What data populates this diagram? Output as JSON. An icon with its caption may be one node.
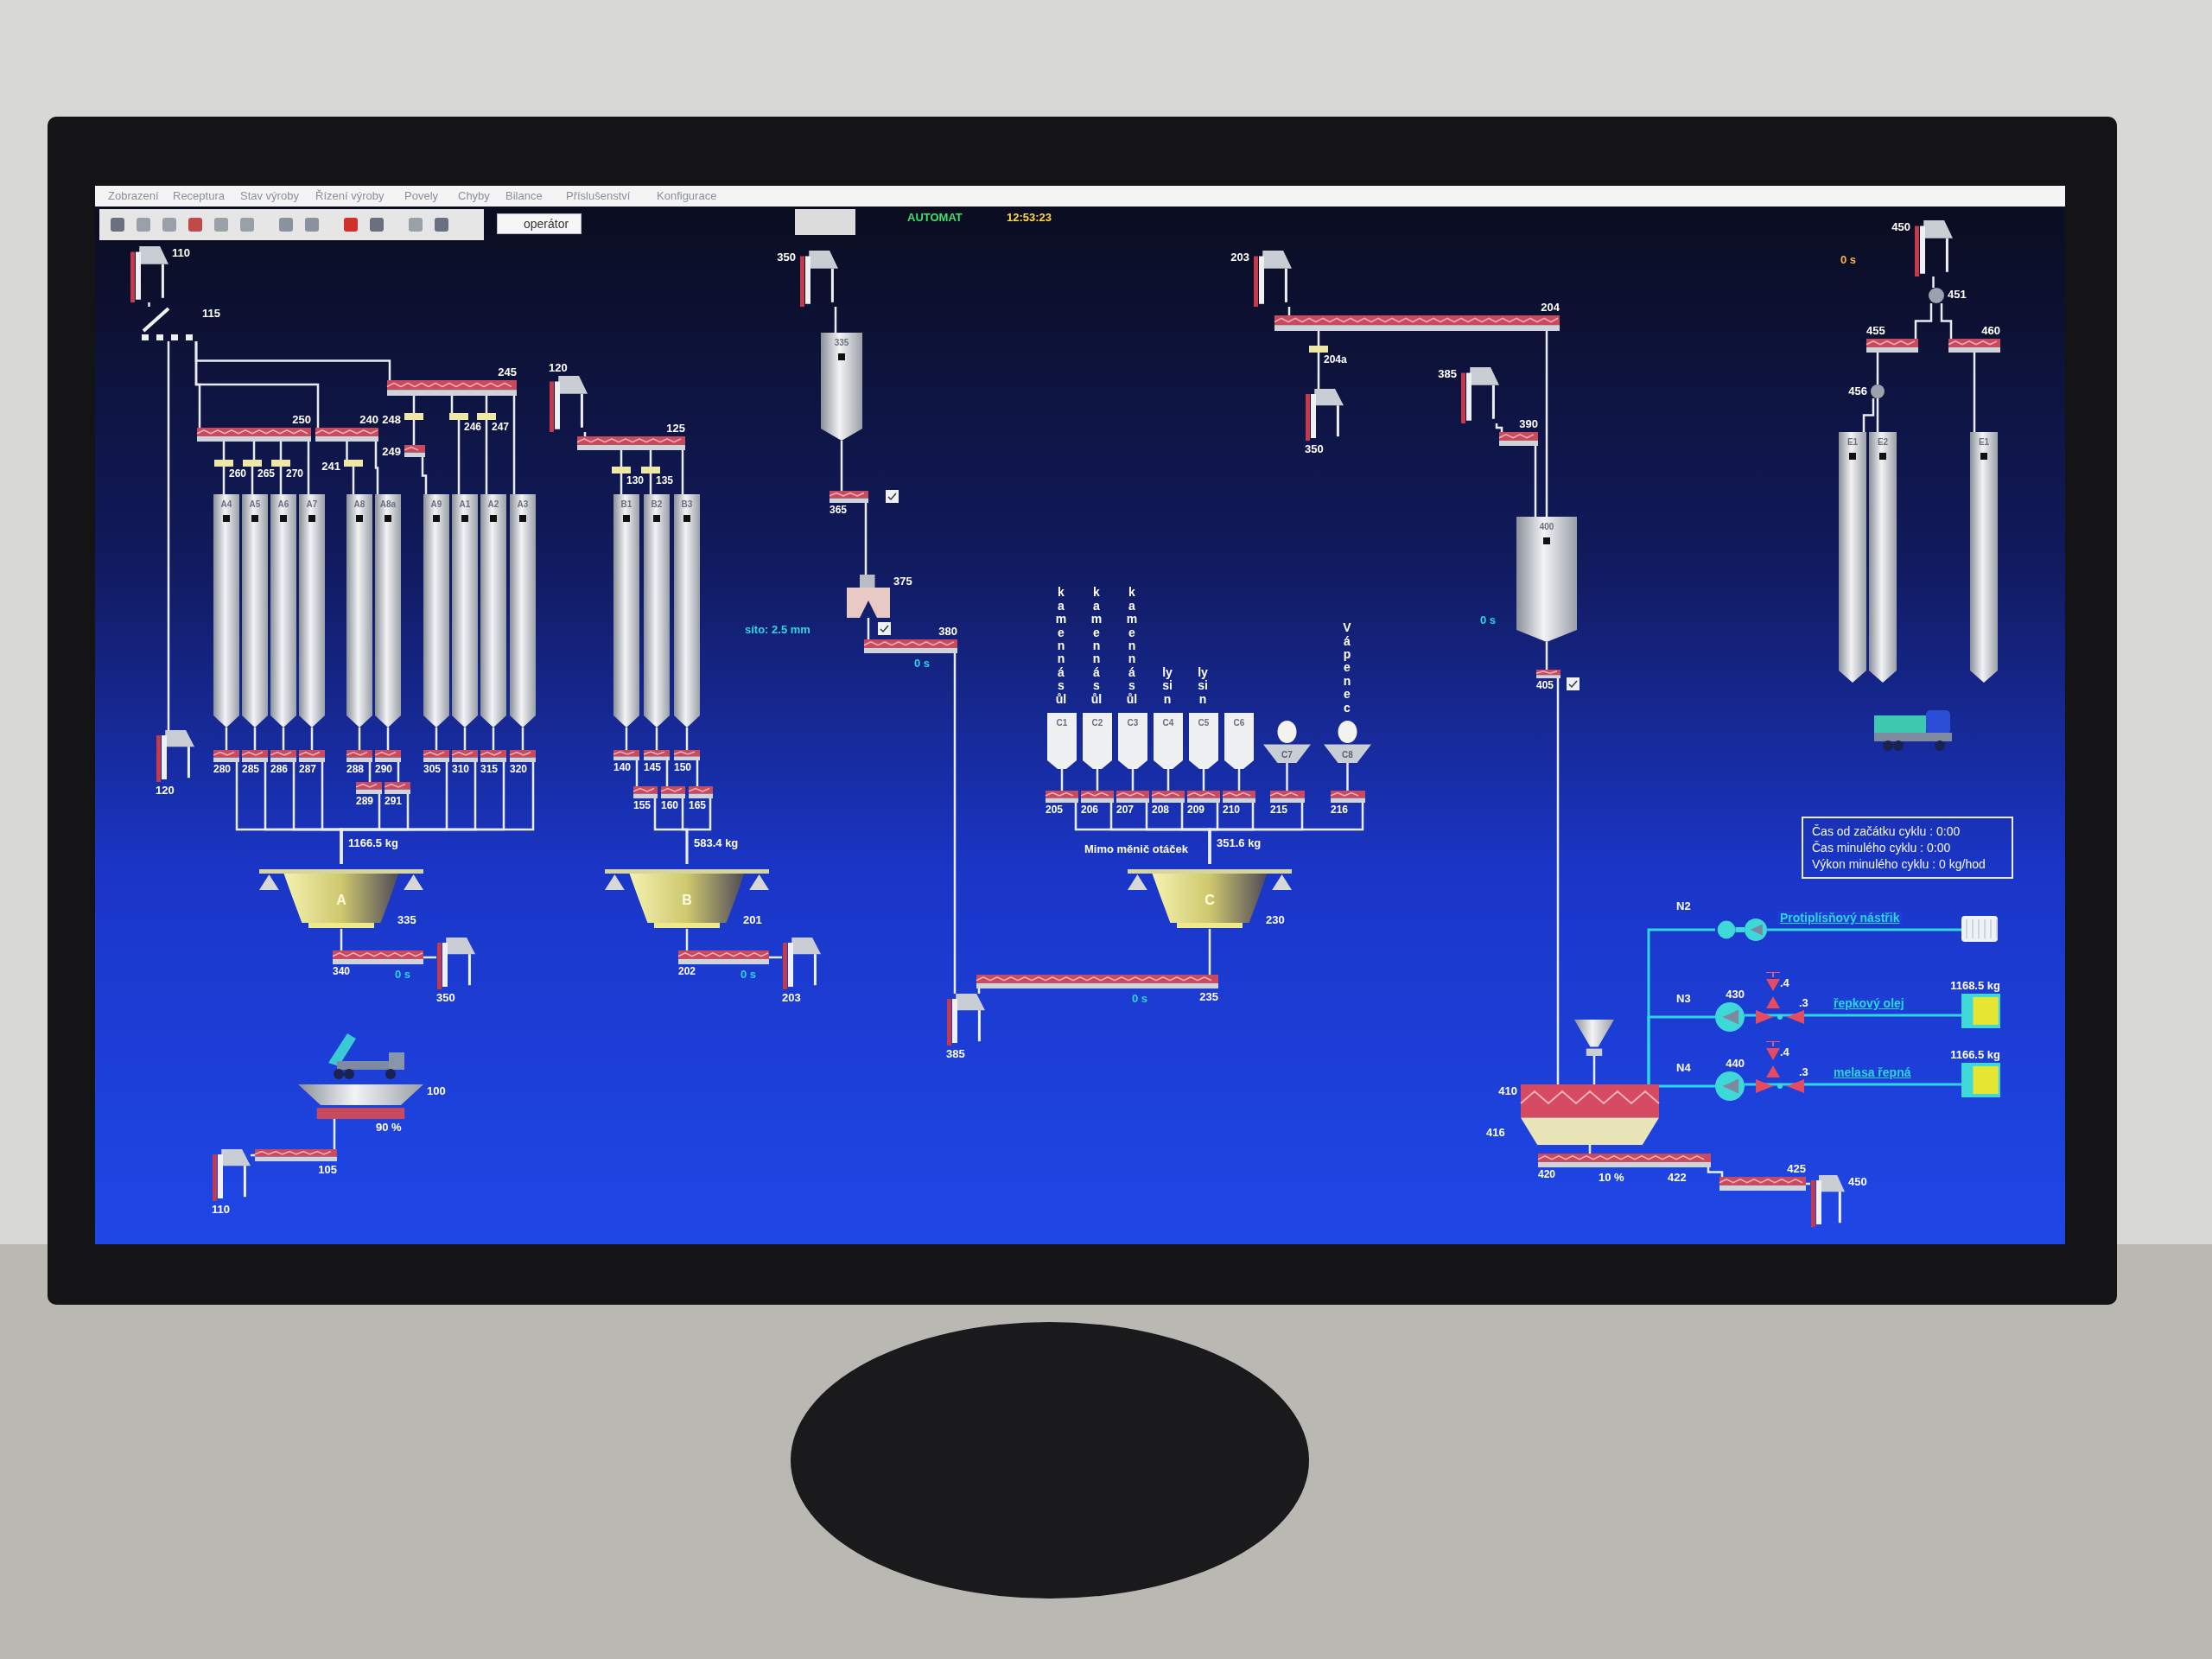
{
  "diagram": {
    "nodes": [
      {
        "text": [
          "110"
        ]
      },
      {
        "text": [
          "115"
        ]
      },
      {
        "text": [
          "245"
        ]
      },
      {
        "text": [
          "250"
        ]
      },
      {
        "text": [
          "240"
        ]
      },
      {
        "text": [
          "248"
        ]
      },
      {
        "text": [
          "249"
        ]
      },
      {
        "text": [
          "246"
        ]
      },
      {
        "text": [
          "247"
        ]
      },
      {
        "text": [
          "260"
        ]
      },
      {
        "text": [
          "265"
        ]
      },
      {
        "text": [
          "270"
        ]
      },
      {
        "text": [
          "241"
        ]
      },
      {
        "text": [
          "A4"
        ]
      },
      {
        "text": [
          "A5"
        ]
      },
      {
        "text": [
          "A6"
        ]
      },
      {
        "text": [
          "A7"
        ]
      },
      {
        "text": [
          "A8"
        ]
      },
      {
        "text": [
          "A8a"
        ]
      },
      {
        "text": [
          "A9"
        ]
      },
      {
        "text": [
          "A1"
        ]
      },
      {
        "text": [
          "A2"
        ]
      },
      {
        "text": [
          "A3"
        ]
      },
      {
        "text": [
          "280"
        ]
      },
      {
        "text": [
          "285"
        ]
      },
      {
        "text": [
          "286"
        ]
      },
      {
        "text": [
          "287"
        ]
      },
      {
        "text": [
          "288"
        ]
      },
      {
        "text": [
          "290"
        ]
      },
      {
        "text": [
          "305"
        ]
      },
      {
        "text": [
          "310"
        ]
      },
      {
        "text": [
          "315"
        ]
      },
      {
        "text": [
          "320"
        ]
      },
      {
        "text": [
          "289"
        ]
      },
      {
        "text": [
          "291"
        ]
      },
      {
        "text": [
          "120"
        ]
      },
      {
        "text": [
          "A"
        ],
        "beside": [
          "1166.5 kg",
          "335"
        ]
      },
      {
        "text": [
          "340"
        ],
        "beside": [
          "0 s"
        ]
      },
      {
        "text": [
          "350"
        ]
      },
      {
        "text": [
          "100"
        ],
        "beside": [
          "90 %"
        ]
      },
      {
        "text": [
          "105"
        ]
      },
      {
        "text": [
          "110"
        ]
      },
      {
        "text": [
          "120"
        ]
      },
      {
        "text": [
          "125"
        ]
      },
      {
        "text": [
          "130"
        ]
      },
      {
        "text": [
          "135"
        ]
      },
      {
        "text": [
          "B1"
        ]
      },
      {
        "text": [
          "B2"
        ]
      },
      {
        "text": [
          "B3"
        ]
      },
      {
        "text": [
          "140"
        ]
      },
      {
        "text": [
          "145"
        ]
      },
      {
        "text": [
          "150"
        ]
      },
      {
        "text": [
          "155"
        ]
      },
      {
        "text": [
          "160"
        ]
      },
      {
        "text": [
          "165"
        ]
      },
      {
        "text": [
          "B"
        ],
        "beside": [
          "583.4 kg",
          "201"
        ]
      },
      {
        "text": [
          "202"
        ],
        "beside": [
          "0 s"
        ]
      },
      {
        "text": [
          "203"
        ]
      },
      {
        "text": [
          "350"
        ]
      },
      {
        "text": [
          "335"
        ]
      },
      {
        "text": [
          "365"
        ]
      },
      {
        "text": [
          "375"
        ],
        "beside": [
          "síto: 2.5 mm"
        ]
      },
      {
        "text": [
          "380"
        ],
        "beside": [
          "0 s"
        ]
      },
      {
        "text": [
          "385"
        ]
      },
      {
        "text": [
          "235"
        ],
        "beside": [
          "0 s"
        ]
      },
      {
        "text": [
          "203"
        ]
      },
      {
        "text": [
          "204"
        ]
      },
      {
        "text": [
          "204a"
        ]
      },
      {
        "text": [
          "350"
        ]
      },
      {
        "text": [
          "385"
        ]
      },
      {
        "text": [
          "390"
        ]
      },
      {
        "text": [
          "400"
        ],
        "beside": [
          "0 s"
        ]
      },
      {
        "text": [
          "405"
        ]
      },
      {
        "text": [
          "C1"
        ],
        "beside": [
          "kamenná sůl"
        ]
      },
      {
        "text": [
          "C2"
        ],
        "beside": [
          "kamenná sůl"
        ]
      },
      {
        "text": [
          "C3"
        ],
        "beside": [
          "kamenná sůl"
        ]
      },
      {
        "text": [
          "C4"
        ],
        "beside": [
          "lysin"
        ]
      },
      {
        "text": [
          "C5"
        ],
        "beside": [
          "lysin"
        ]
      },
      {
        "text": [
          "C6"
        ]
      },
      {
        "text": [
          "C7"
        ]
      },
      {
        "text": [
          "C8"
        ],
        "beside": [
          "Vápenec"
        ]
      },
      {
        "text": [
          "205"
        ]
      },
      {
        "text": [
          "206"
        ]
      },
      {
        "text": [
          "207"
        ]
      },
      {
        "text": [
          "208"
        ]
      },
      {
        "text": [
          "209"
        ]
      },
      {
        "text": [
          "210"
        ]
      },
      {
        "text": [
          "215"
        ]
      },
      {
        "text": [
          "216"
        ]
      },
      {
        "text": [
          "C"
        ],
        "beside": [
          "351.6 kg",
          "230"
        ]
      },
      {
        "text": [],
        "shape": "funnel"
      },
      {
        "text": [
          "410"
        ],
        "beside": [
          "416"
        ]
      },
      {
        "text": [
          "420"
        ],
        "beside": [
          "10 %",
          "422"
        ]
      },
      {
        "text": [
          "425"
        ]
      },
      {
        "text": [
          "450"
        ]
      },
      {
        "text": [
          "N2"
        ]
      },
      {
        "text": [],
        "shape": "box"
      },
      {
        "text": [
          "430"
        ],
        "beside": [
          "N3"
        ]
      },
      {
        "text": [
          "1168.5 kg"
        ]
      },
      {
        "text": [
          "440"
        ],
        "beside": [
          "N4"
        ]
      },
      {
        "text": [
          "1166.5 kg"
        ]
      },
      {
        "text": [
          "Čas od začátku cyklu : 0:00",
          "Čas minulého cyklu : 0:00",
          "Výkon minulého cyklu : 0 kg/hod"
        ]
      },
      {
        "text": [
          "450"
        ],
        "beside": [
          "0 s"
        ]
      },
      {
        "text": [
          "451"
        ]
      },
      {
        "text": [
          "455"
        ]
      },
      {
        "text": [
          "460"
        ]
      },
      {
        "text": [
          "456"
        ]
      },
      {
        "text": [
          "E1"
        ]
      },
      {
        "text": [
          "E2"
        ]
      },
      {
        "text": [
          "E1"
        ]
      }
    ],
    "edges": [
      {
        "from": 0,
        "to": 1,
        "arrow": "none"
      },
      {
        "from": 1,
        "to": 35,
        "arrow": "none"
      },
      {
        "from": 1,
        "to": 3,
        "arrow": "none"
      },
      {
        "from": 1,
        "to": 4,
        "arrow": "none"
      },
      {
        "from": 1,
        "to": 2,
        "arrow": "none"
      },
      {
        "from": 2,
        "to": 5,
        "arrow": "none"
      },
      {
        "from": 2,
        "to": 7,
        "arrow": "none"
      },
      {
        "from": 2,
        "to": 8,
        "arrow": "none"
      },
      {
        "from": 2,
        "to": 22,
        "arrow": "none"
      },
      {
        "from": 5,
        "to": 6,
        "arrow": "none"
      },
      {
        "from": 6,
        "to": 19,
        "arrow": "none"
      },
      {
        "from": 7,
        "to": 20,
        "arrow": "none"
      },
      {
        "from": 8,
        "to": 21,
        "arrow": "none"
      },
      {
        "from": 3,
        "to": 9,
        "arrow": "none"
      },
      {
        "from": 3,
        "to": 10,
        "arrow": "none"
      },
      {
        "from": 3,
        "to": 11,
        "arrow": "none"
      },
      {
        "from": 3,
        "to": 16,
        "arrow": "none"
      },
      {
        "from": 9,
        "to": 13,
        "arrow": "none"
      },
      {
        "from": 10,
        "to": 14,
        "arrow": "none"
      },
      {
        "from": 11,
        "to": 15,
        "arrow": "none"
      },
      {
        "from": 4,
        "to": 12,
        "arrow": "none"
      },
      {
        "from": 4,
        "to": 18,
        "arrow": "none"
      },
      {
        "from": 12,
        "to": 17,
        "arrow": "none"
      },
      {
        "from": 13,
        "to": 23,
        "arrow": "none"
      },
      {
        "from": 14,
        "to": 24,
        "arrow": "none"
      },
      {
        "from": 15,
        "to": 25,
        "arrow": "none"
      },
      {
        "from": 16,
        "to": 26,
        "arrow": "none"
      },
      {
        "from": 17,
        "to": 27,
        "arrow": "none"
      },
      {
        "from": 18,
        "to": 28,
        "arrow": "none"
      },
      {
        "from": 19,
        "to": 29,
        "arrow": "none"
      },
      {
        "from": 20,
        "to": 30,
        "arrow": "none"
      },
      {
        "from": 21,
        "to": 31,
        "arrow": "none"
      },
      {
        "from": 22,
        "to": 32,
        "arrow": "none"
      },
      {
        "from": 27,
        "to": 33,
        "arrow": "none"
      },
      {
        "from": 28,
        "to": 34,
        "arrow": "none"
      },
      {
        "from": 23,
        "to": 36,
        "arrow": "none"
      },
      {
        "from": 24,
        "to": 36,
        "arrow": "none"
      },
      {
        "from": 25,
        "to": 36,
        "arrow": "none"
      },
      {
        "from": 26,
        "to": 36,
        "arrow": "none"
      },
      {
        "from": 33,
        "to": 36,
        "arrow": "none"
      },
      {
        "from": 34,
        "to": 36,
        "arrow": "none"
      },
      {
        "from": 29,
        "to": 36,
        "arrow": "none"
      },
      {
        "from": 30,
        "to": 36,
        "arrow": "none"
      },
      {
        "from": 31,
        "to": 36,
        "arrow": "none"
      },
      {
        "from": 32,
        "to": 36,
        "arrow": "none"
      },
      {
        "from": 36,
        "to": 37,
        "arrow": "none"
      },
      {
        "from": 37,
        "to": 38,
        "arrow": "none"
      },
      {
        "from": 41,
        "to": 40,
        "arrow": "none"
      },
      {
        "from": 40,
        "to": 39,
        "arrow": "none"
      },
      {
        "from": 42,
        "to": 43,
        "arrow": "none"
      },
      {
        "from": 43,
        "to": 44,
        "arrow": "none"
      },
      {
        "from": 43,
        "to": 45,
        "arrow": "none"
      },
      {
        "from": 43,
        "to": 48,
        "arrow": "none"
      },
      {
        "from": 44,
        "to": 46,
        "arrow": "none"
      },
      {
        "from": 45,
        "to": 47,
        "arrow": "none"
      },
      {
        "from": 46,
        "to": 49,
        "arrow": "none"
      },
      {
        "from": 47,
        "to": 50,
        "arrow": "none"
      },
      {
        "from": 48,
        "to": 51,
        "arrow": "none"
      },
      {
        "from": 49,
        "to": 52,
        "arrow": "none"
      },
      {
        "from": 50,
        "to": 53,
        "arrow": "none"
      },
      {
        "from": 51,
        "to": 54,
        "arrow": "none"
      },
      {
        "from": 52,
        "to": 55,
        "arrow": "none"
      },
      {
        "from": 53,
        "to": 55,
        "arrow": "none"
      },
      {
        "from": 54,
        "to": 55,
        "arrow": "none"
      },
      {
        "from": 55,
        "to": 56,
        "arrow": "none"
      },
      {
        "from": 56,
        "to": 57,
        "arrow": "none"
      },
      {
        "from": 58,
        "to": 59,
        "arrow": "none"
      },
      {
        "from": 59,
        "to": 60,
        "arrow": "none"
      },
      {
        "from": 60,
        "to": 61,
        "arrow": "none"
      },
      {
        "from": 61,
        "to": 62,
        "arrow": "none"
      },
      {
        "from": 62,
        "to": 63,
        "arrow": "none"
      },
      {
        "from": 89,
        "to": 64,
        "arrow": "none"
      },
      {
        "from": 64,
        "to": 63,
        "arrow": "none"
      },
      {
        "from": 65,
        "to": 66,
        "arrow": "none"
      },
      {
        "from": 66,
        "to": 67,
        "arrow": "none"
      },
      {
        "from": 67,
        "to": 68,
        "arrow": "none"
      },
      {
        "from": 66,
        "to": 71,
        "arrow": "none"
      },
      {
        "from": 69,
        "to": 70,
        "arrow": "none"
      },
      {
        "from": 70,
        "to": 71,
        "arrow": "none"
      },
      {
        "from": 71,
        "to": 72,
        "arrow": "none"
      },
      {
        "from": 72,
        "to": 91,
        "arrow": "none"
      },
      {
        "from": 73,
        "to": 81,
        "arrow": "none"
      },
      {
        "from": 74,
        "to": 82,
        "arrow": "none"
      },
      {
        "from": 75,
        "to": 83,
        "arrow": "none"
      },
      {
        "from": 76,
        "to": 84,
        "arrow": "none"
      },
      {
        "from": 77,
        "to": 85,
        "arrow": "none"
      },
      {
        "from": 78,
        "to": 86,
        "arrow": "none"
      },
      {
        "from": 79,
        "to": 87,
        "arrow": "none"
      },
      {
        "from": 80,
        "to": 88,
        "arrow": "none"
      },
      {
        "from": 81,
        "to": 89,
        "arrow": "none"
      },
      {
        "from": 82,
        "to": 89,
        "arrow": "none"
      },
      {
        "from": 83,
        "to": 89,
        "arrow": "none"
      },
      {
        "from": 84,
        "to": 89,
        "arrow": "none"
      },
      {
        "from": 85,
        "to": 89,
        "arrow": "none"
      },
      {
        "from": 86,
        "to": 89,
        "arrow": "none"
      },
      {
        "from": 87,
        "to": 89,
        "arrow": "none"
      },
      {
        "from": 88,
        "to": 89,
        "arrow": "none"
      },
      {
        "from": 90,
        "to": 91,
        "arrow": "none"
      },
      {
        "from": 91,
        "to": 92,
        "arrow": "none"
      },
      {
        "from": 92,
        "to": 93,
        "arrow": "none"
      },
      {
        "from": 93,
        "to": 94,
        "arrow": "none"
      },
      {
        "from": 91,
        "to": 95,
        "arrow": "none",
        "color": "#2fd5e0"
      },
      {
        "from": 91,
        "to": 97,
        "arrow": "none",
        "color": "#2fd5e0"
      },
      {
        "from": 91,
        "to": 99,
        "arrow": "none",
        "color": "#2fd5e0"
      },
      {
        "from": 95,
        "to": 96,
        "arrow": "none",
        "label": "Protiplísňový nástřik",
        "color": "#2fd5e0"
      },
      {
        "from": 97,
        "to": 98,
        "arrow": "none",
        "label": "řepkový olej",
        "color": "#2fd5e0"
      },
      {
        "from": 99,
        "to": 100,
        "arrow": "none",
        "label": "melasa řepná",
        "color": "#2fd5e0"
      },
      {
        "from": 102,
        "to": 103,
        "arrow": "none"
      },
      {
        "from": 103,
        "to": 104,
        "arrow": "none"
      },
      {
        "from": 103,
        "to": 105,
        "arrow": "none"
      },
      {
        "from": 104,
        "to": 106,
        "arrow": "none"
      },
      {
        "from": 106,
        "to": 107,
        "arrow": "none"
      },
      {
        "from": 106,
        "to": 108,
        "arrow": "none"
      },
      {
        "from": 105,
        "to": 109,
        "arrow": "none"
      }
    ],
    "labels": [
      "Zobrazení",
      "Receptura",
      "Stav výroby",
      "Řízení výroby",
      "Povely",
      "Chyby",
      "Bilance",
      "Příslušenství",
      "Konfigurace",
      "operátor",
      "AUTOMAT",
      "12:53:23",
      "Mimo měnič otáček",
      ".4",
      ".3",
      ".4",
      ".3"
    ]
  }
}
